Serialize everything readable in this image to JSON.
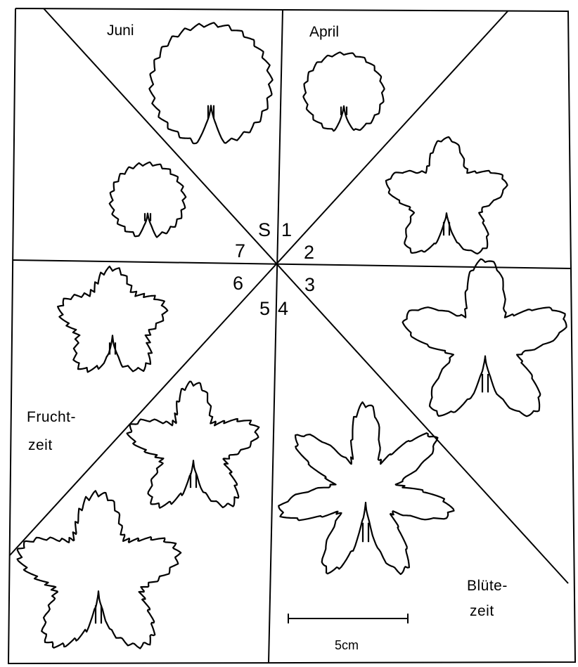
{
  "labels": {
    "month_june": "Juni",
    "month_april": "April",
    "phase_fruit_line1": "Frucht-",
    "phase_fruit_line2": "zeit",
    "phase_bloom_line1": "Blüte-",
    "phase_bloom_line2": "zeit",
    "scale_bar": "5cm"
  },
  "sector_numbers": {
    "s": "S",
    "n1": "1",
    "n2": "2",
    "n3": "3",
    "n4": "4",
    "n5": "5",
    "n6": "6",
    "n7": "7"
  },
  "leaves": [
    {
      "id": "S",
      "label": "S"
    },
    {
      "id": "1",
      "label": "1"
    },
    {
      "id": "2",
      "label": "2"
    },
    {
      "id": "3",
      "label": "3"
    },
    {
      "id": "4",
      "label": "4"
    },
    {
      "id": "5",
      "label": "5"
    },
    {
      "id": "6",
      "label": "6"
    },
    {
      "id": "7",
      "label": "7"
    }
  ]
}
